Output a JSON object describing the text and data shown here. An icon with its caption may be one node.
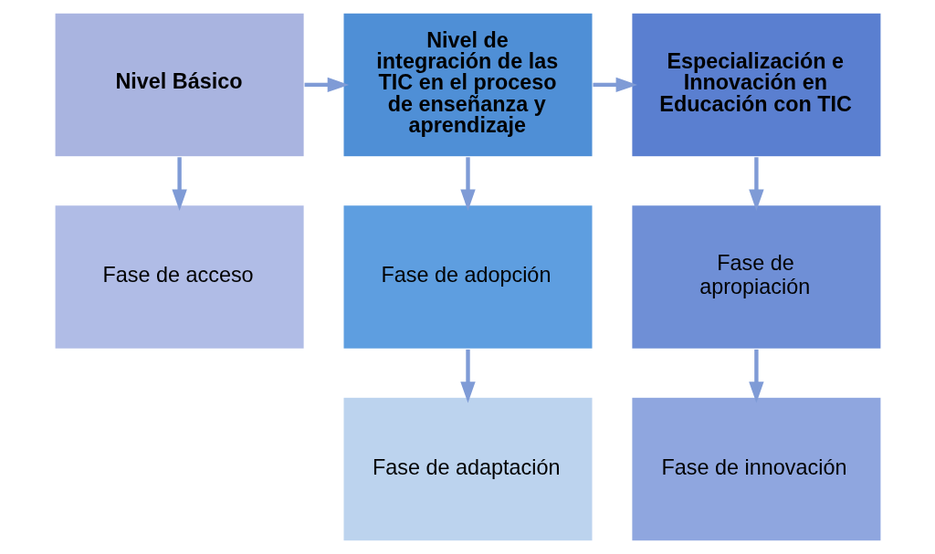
{
  "diagram": {
    "nodes": [
      {
        "text": [
          "Nivel Básico"
        ]
      },
      {
        "text": [
          "Nivel de integración de las TIC en el proceso de enseñanza y aprendizaje"
        ]
      },
      {
        "text": [
          "Especialización e Innovación en Educación con TIC"
        ]
      },
      {
        "text": [
          "Fase de acceso"
        ]
      },
      {
        "text": [
          "Fase de adopción"
        ]
      },
      {
        "text": [
          "Fase de adaptación"
        ]
      },
      {
        "text": [
          "Fase de apropiación"
        ]
      },
      {
        "text": [
          "Fase de innovación"
        ]
      }
    ],
    "edges": [
      {
        "from": 0,
        "to": 1,
        "arrow": "to"
      },
      {
        "from": 1,
        "to": 2,
        "arrow": "to"
      },
      {
        "from": 0,
        "to": 3,
        "arrow": "to"
      },
      {
        "from": 1,
        "to": 4,
        "arrow": "to"
      },
      {
        "from": 4,
        "to": 5,
        "arrow": "to"
      },
      {
        "from": 2,
        "to": 6,
        "arrow": "to"
      },
      {
        "from": 6,
        "to": 7,
        "arrow": "to"
      }
    ]
  }
}
